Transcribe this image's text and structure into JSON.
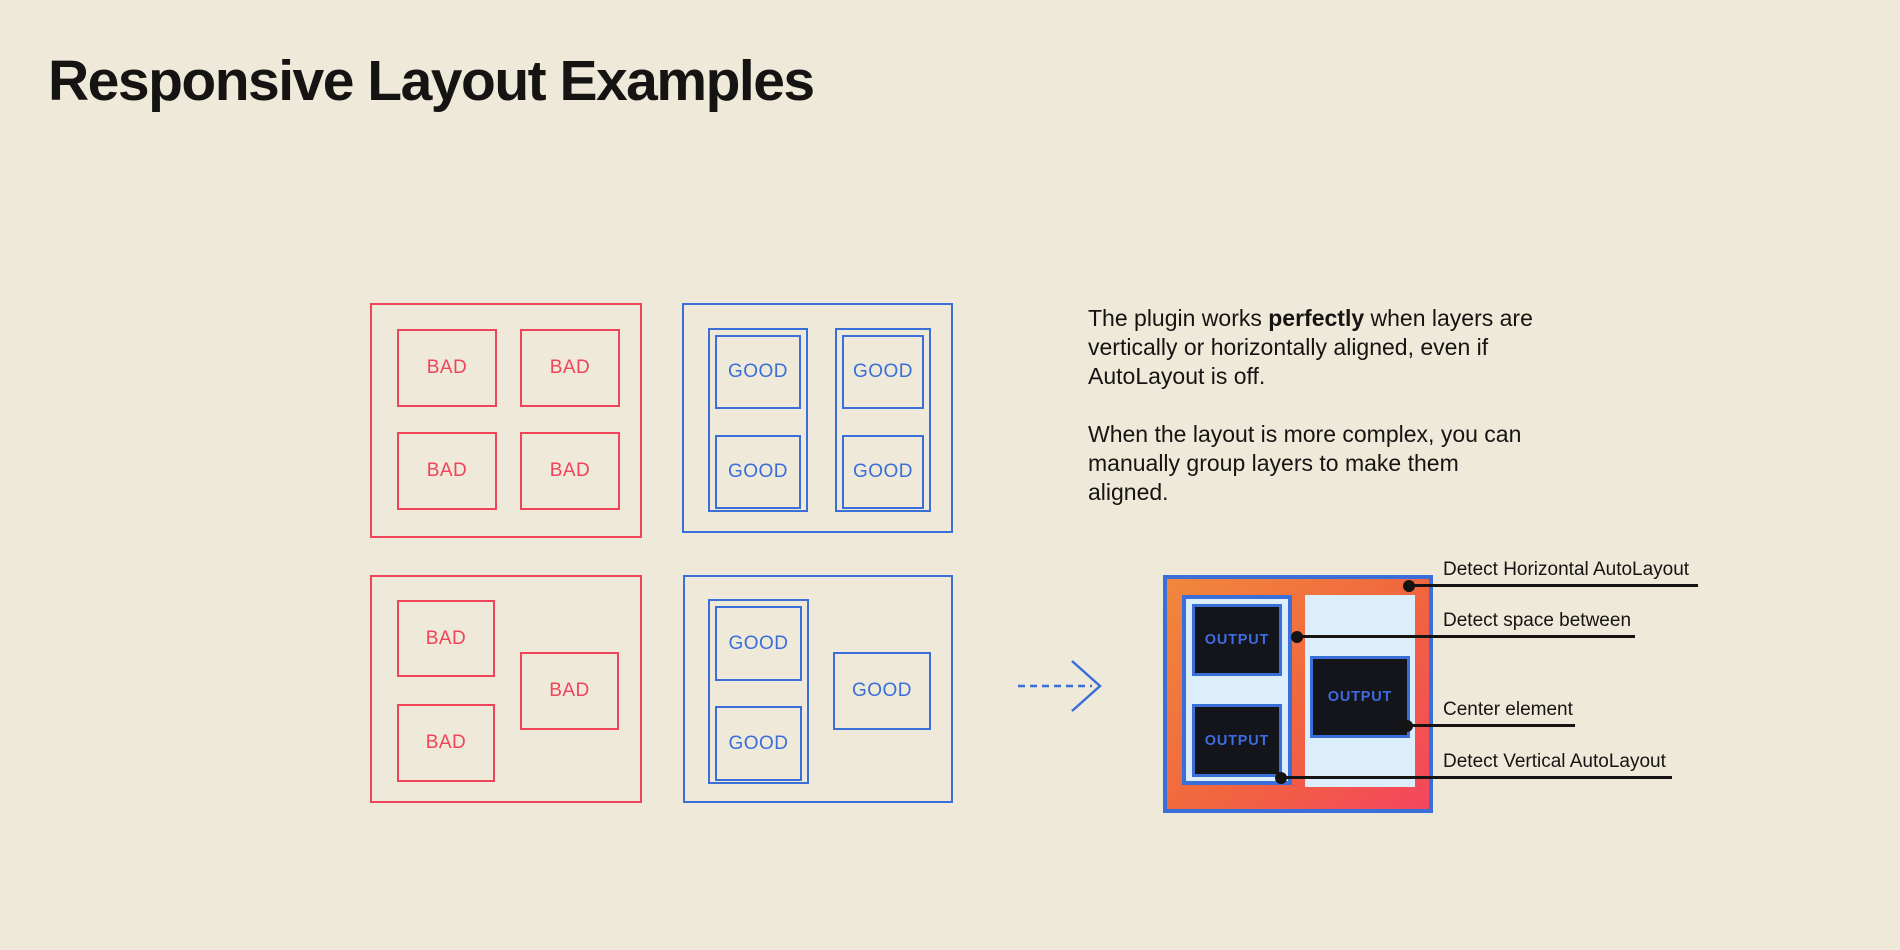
{
  "title": "Responsive Layout Examples",
  "labels": {
    "bad": "BAD",
    "good": "GOOD",
    "output": "OUTPUT"
  },
  "description": {
    "p1_before": "The plugin works ",
    "p1_bold": "perfectly",
    "p1_after": " when layers are vertically or horizontally aligned, even if AutoLayout is off.",
    "p2": "When the layout is more complex, you can manually group layers to make them aligned."
  },
  "callouts": [
    {
      "label": "Detect Horizontal AutoLayout"
    },
    {
      "label": "Detect space between"
    },
    {
      "label": "Center element"
    },
    {
      "label": "Detect Vertical AutoLayout"
    }
  ],
  "icons": {
    "transform_arrow": "dashed-right-arrow"
  },
  "colors": {
    "background": "#EFE9D9",
    "bad_red": "#EF4459",
    "good_blue": "#3A6FD9",
    "output_orange": "#F1873C",
    "output_pink": "#F4455E",
    "panel_light_blue": "#DCEDFC",
    "output_dark": "#14151A",
    "ink": "#151412"
  }
}
